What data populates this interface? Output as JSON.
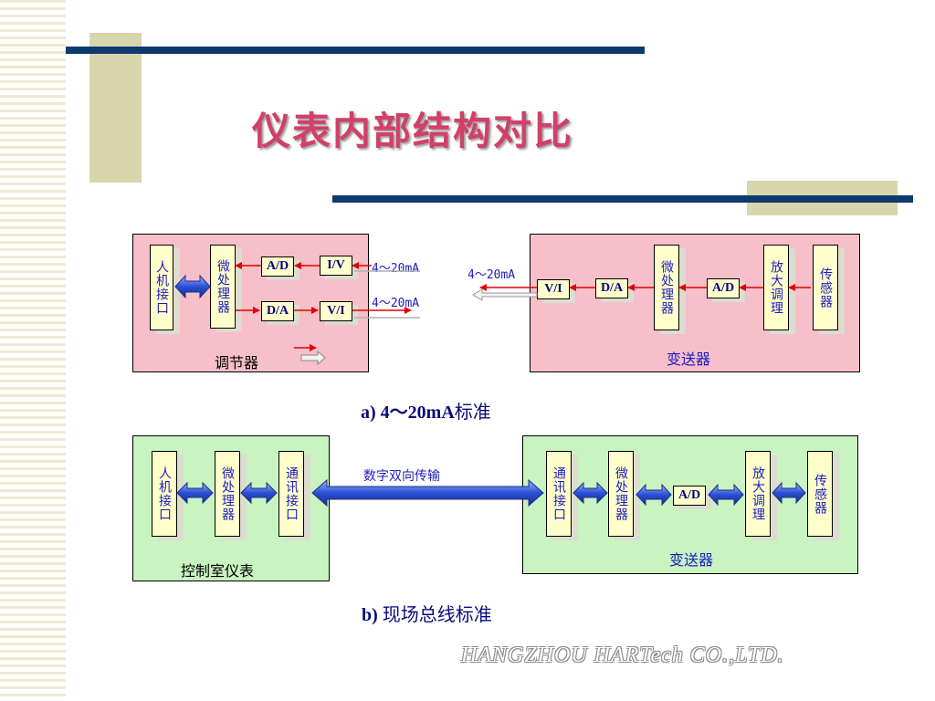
{
  "title": "仪表内部结构对比",
  "section_a": {
    "caption_prefix": "a) 4～20mA",
    "caption_suffix": "标准",
    "regulator": {
      "label": "调节器",
      "hmi": "人机接口",
      "cpu": "微处理器",
      "ad": "A/D",
      "da": "D/A",
      "iv": "I/V",
      "vi": "V/I",
      "sig_in": "4～20mA",
      "sig_out": "4～20mA"
    },
    "transmitter": {
      "label": "变送器",
      "vi": "V/I",
      "da": "D/A",
      "cpu": "微处理器",
      "ad": "A/D",
      "amp": "放大调理",
      "sensor": "传感器",
      "sig_out": "4～20mA"
    }
  },
  "section_b": {
    "caption_prefix": "b)",
    "caption_suffix": "现场总线标准",
    "control_room": {
      "label": "控制室仪表",
      "hmi": "人机接口",
      "cpu": "微处理器",
      "comm": "通讯接口"
    },
    "link_label": "数字双向传输",
    "transmitter": {
      "label": "变送器",
      "comm": "通讯接口",
      "cpu": "微处理器",
      "ad": "A/D",
      "amp": "放大调理",
      "sensor": "传感器"
    }
  },
  "footer": "HANGZHOU HARTech CO.,LTD.",
  "colors": {
    "title": "#d0406a",
    "navy_bar": "#0e3a6e",
    "tan_block": "#d9d6ae",
    "pink_panel": "#f6bfc9",
    "green_panel": "#c9f3c0",
    "box_fill": "#ffffcc",
    "text_blue": "#1d1dbf",
    "arrow_red": "#e00000",
    "arrow_blue": "#3a5fd0"
  }
}
